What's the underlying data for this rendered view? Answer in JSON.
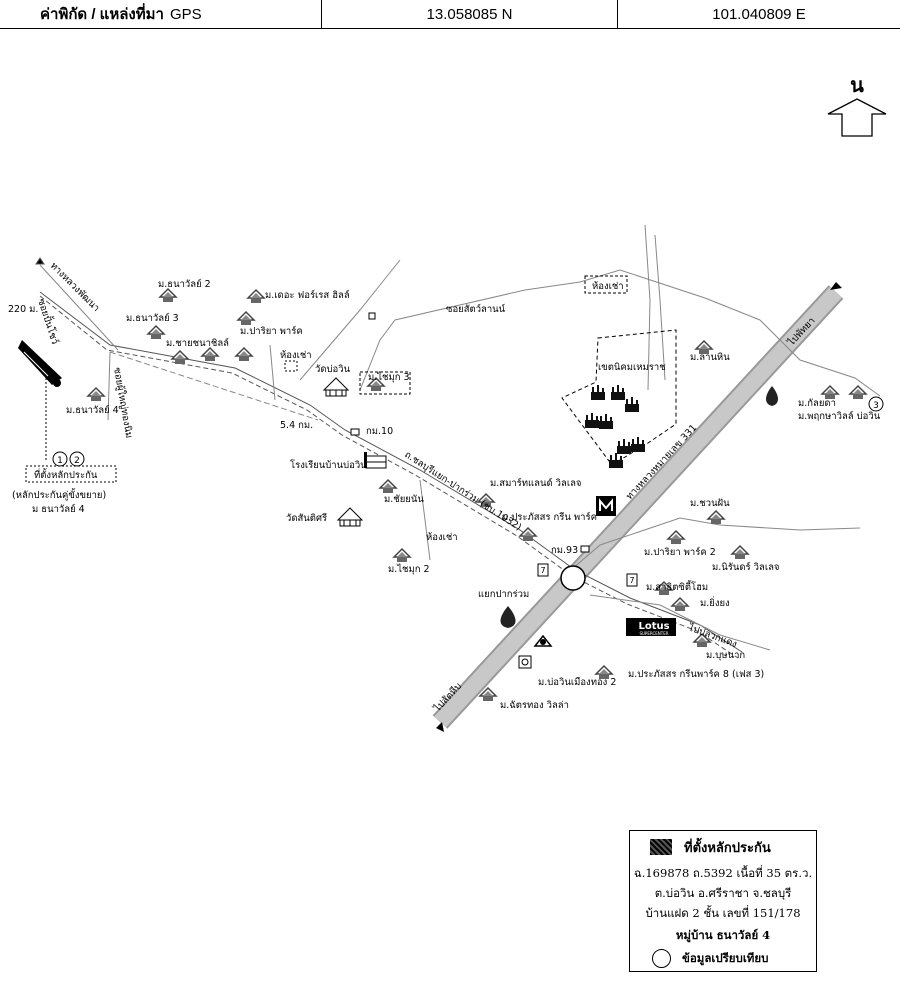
{
  "header": {
    "label": "ค่าพิกัด / แหล่งที่มา",
    "label_suffix": "GPS",
    "lat": "13.058085 N",
    "lon": "101.040809 E"
  },
  "north": "น",
  "labels": {
    "to_highway": "ทางหลวงพัฒนา",
    "dist_220": "220 ม.",
    "soi_pan": "ซอยปั้นโชว์",
    "soi_yai": "ซอยผู้ใหญ่ทองนิม",
    "m_thanawan2": "ม.ธนาวัลย์ 2",
    "m_thanawan3": "ม.ธนาวัลย์ 3",
    "m_chaiyan": "ม.ชายชนาชิลล์",
    "m_thanawan_a": "ม.ธนาวัลย์ 4",
    "m_the_forest": "ม.เดอะ ฟอร์เรส ฮิลล์",
    "m_pariya": "ม.ปาริยา พาร์ค",
    "shop_rent_1": "ห้องเช่า",
    "wat_bowin": "วัดบ่อวิน",
    "m_chaimuk3": "ม.ไชมุก 3",
    "km_54": "5.4 กม.",
    "km_10": "กม.10",
    "soi_sukhumvit": "ซอยสัตว์ลานน์",
    "shop_rent_2": "ห้องเช่า",
    "sign_1": "1",
    "sign_2": "2",
    "sign_3": "3",
    "collateral_box": "ที่ตั้งหลักประกัน",
    "collateral_sub": "(หลักประกันคู่ขั้งขยาย)",
    "collateral_vill": "ม ธนาวัลย์ 4",
    "school": "โรงเรียนบ้านบ่อวิน",
    "road_1032": "ถ.ชลบุรีแยก-ปากร่วม (ชบ.1032)",
    "m_chaiyawin": "ม.ชัยยนัน",
    "wat_santi": "วัดสันติศรี",
    "shop_rent_3": "ห้องเช่า",
    "m_chaimuk2": "ม.ไชมุก 2",
    "m_smart": "ม.สมาร์ทแลนด์ วิลเลจ",
    "m_prasert_green": "ม.ประภัสสร กรีน พาร์ค",
    "km_93": "กม.93",
    "junction": "แยกปากร่วม",
    "hwy_331": "ทางหลวงหมายเลข 331",
    "industrial": "เขตนิคมเหมราช",
    "m_lan_hin": "ม.ลานหิน",
    "to_pattaya": "ไปพัทยา",
    "m_kittada": "ม.กัลยดา",
    "m_pruksa": "ม.พฤกษาวิลล์ บ่อวิน",
    "m_chon_hin": "ม.ชวนฝัน",
    "m_pariya2": "ม.ปาริยา พาร์ค 2",
    "m_nirun": "ม.นิรันดร์ วิลเลจ",
    "m_sarit": "ม.สาธิตซิตี้โฮม",
    "m_yingyong": "ม.ยิ่งยง",
    "lotus": "Lotus",
    "lotus_sub": "SUPERCENTER",
    "to_pluak_daeng": "ไปปลวกแดง",
    "m_busanak": "ม.บุษนาก",
    "m_prasert8": "ม.ประภัสสร กรีนพาร์ค 8 (เฟส 3)",
    "m_bowin_tong2": "ม.บ่อวินเมืองทอง 2",
    "m_chattong": "ม.ฉัตรทอง วิลล่า",
    "to_sattahip": "ไปสัตหีบ"
  },
  "legend": {
    "title": "ที่ตั้งหลักประกัน",
    "line1": "ฉ.169878 ถ.5392 เนื้อที่ 35 ตร.ว.",
    "line2": "ต.บ่อวิน อ.ศรีราชา จ.ชลบุรี",
    "line3": "บ้านแฝด 2 ชั้น เลขที่ 151/178",
    "line4": "หมู่บ้าน ธนาวัลย์ 4",
    "compare": "ข้อมูลเปรียบเทียบ"
  }
}
